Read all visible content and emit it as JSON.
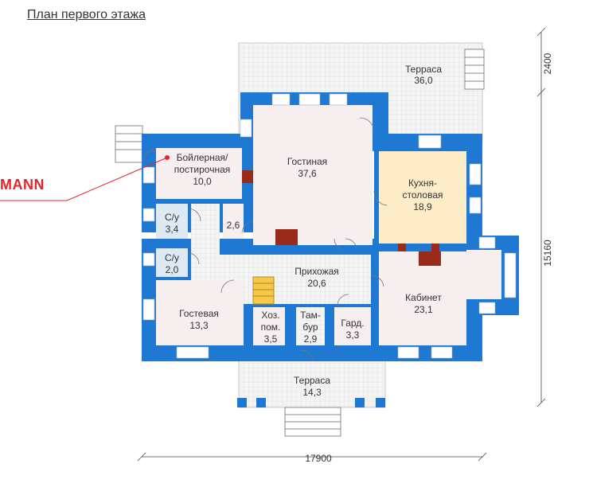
{
  "title": "План первого этажа",
  "brand": "MANN",
  "dimensions": {
    "total_width": "17900",
    "total_depth": "15160",
    "terrace_depth": "2400"
  },
  "rooms": {
    "terrace_top": {
      "name": "Терраса",
      "area": "36,0"
    },
    "living": {
      "name": "Гостиная",
      "area": "37,6"
    },
    "kitchen": {
      "name_line1": "Кухня-",
      "name_line2": "столовая",
      "area": "18,9"
    },
    "boiler": {
      "name_line1": "Бойлерная/",
      "name_line2": "постирочная",
      "area": "10,0"
    },
    "wc1": {
      "name": "С/у",
      "area": "3,4"
    },
    "closet": {
      "area": "2,6"
    },
    "wc2": {
      "name": "С/у",
      "area": "2,0"
    },
    "hall": {
      "name": "Прихожая",
      "area": "20,6"
    },
    "office": {
      "name": "Кабинет",
      "area": "23,1"
    },
    "guest": {
      "name": "Гостевая",
      "area": "13,3"
    },
    "utility": {
      "name_line1": "Хоз.",
      "name_line2": "пом.",
      "area": "3,5"
    },
    "vestibule": {
      "name_line1": "Там-",
      "name_line2": "бур",
      "area": "2,9"
    },
    "wardrobe": {
      "name": "Гард.",
      "area": "3,3"
    },
    "terrace_bottom": {
      "name": "Терраса",
      "area": "14,3"
    }
  },
  "colors": {
    "wall": "#1f78d1",
    "terrace_fill": "#f1f1f1",
    "living_fill": "#f7eef0",
    "kitchen_fill": "#fcecc8",
    "wc_fill": "#dde9f3",
    "stair_fill": "#f7c94a",
    "hearth": "#9a2a1a",
    "pointer": "#e8242a"
  }
}
